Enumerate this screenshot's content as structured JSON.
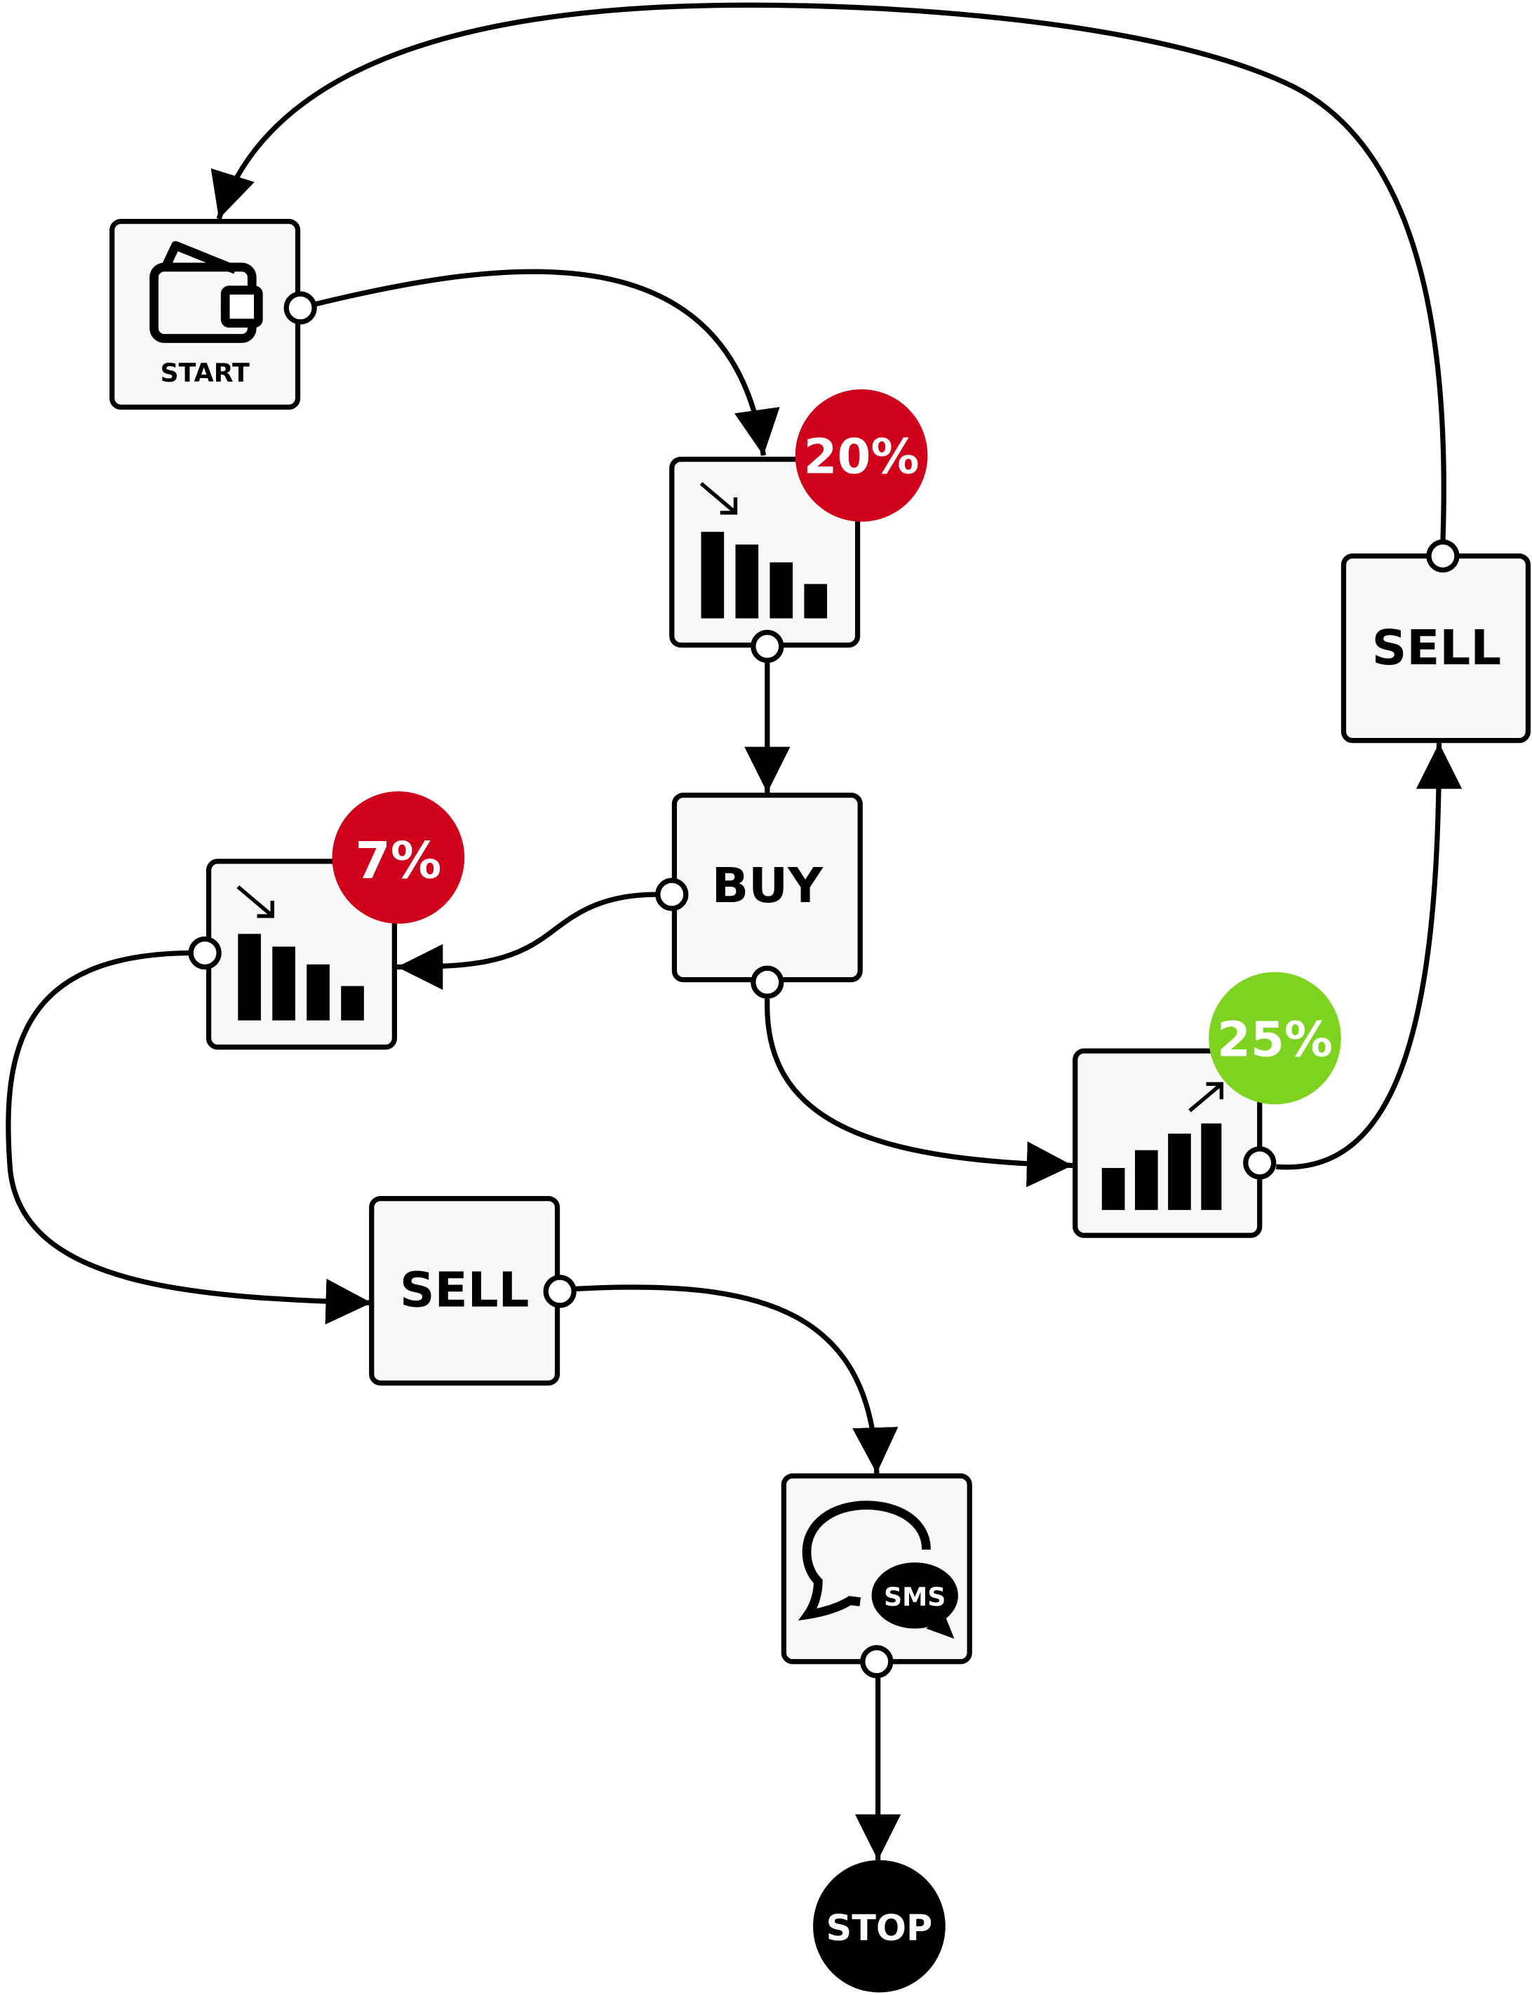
{
  "colors": {
    "badge_down": "#d0021b",
    "badge_up": "#7ed321",
    "node_fill": "#f8f8f8",
    "stroke": "#000000"
  },
  "nodes": {
    "start": {
      "label": "START",
      "icon": "wallet-icon"
    },
    "drop20": {
      "icon": "chart-down-icon",
      "badge": "20%"
    },
    "buy": {
      "label": "BUY"
    },
    "drop7": {
      "icon": "chart-down-icon",
      "badge": "7%"
    },
    "rise25": {
      "icon": "chart-up-icon",
      "badge": "25%"
    },
    "sell_right": {
      "label": "SELL"
    },
    "sell_left": {
      "label": "SELL"
    },
    "sms": {
      "label": "SMS",
      "icon": "sms-chat-icon"
    },
    "stop": {
      "label": "STOP"
    }
  }
}
